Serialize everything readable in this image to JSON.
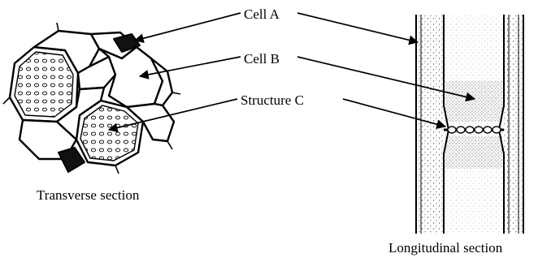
{
  "labels": {
    "cell_a": "Cell A",
    "cell_b": "Cell B",
    "structure_c": "Structure C",
    "transverse": "Transverse section",
    "longitudinal": "Longitudinal section"
  },
  "colors": {
    "ink": "#000000",
    "background": "#ffffff",
    "stipple": "#222222"
  }
}
